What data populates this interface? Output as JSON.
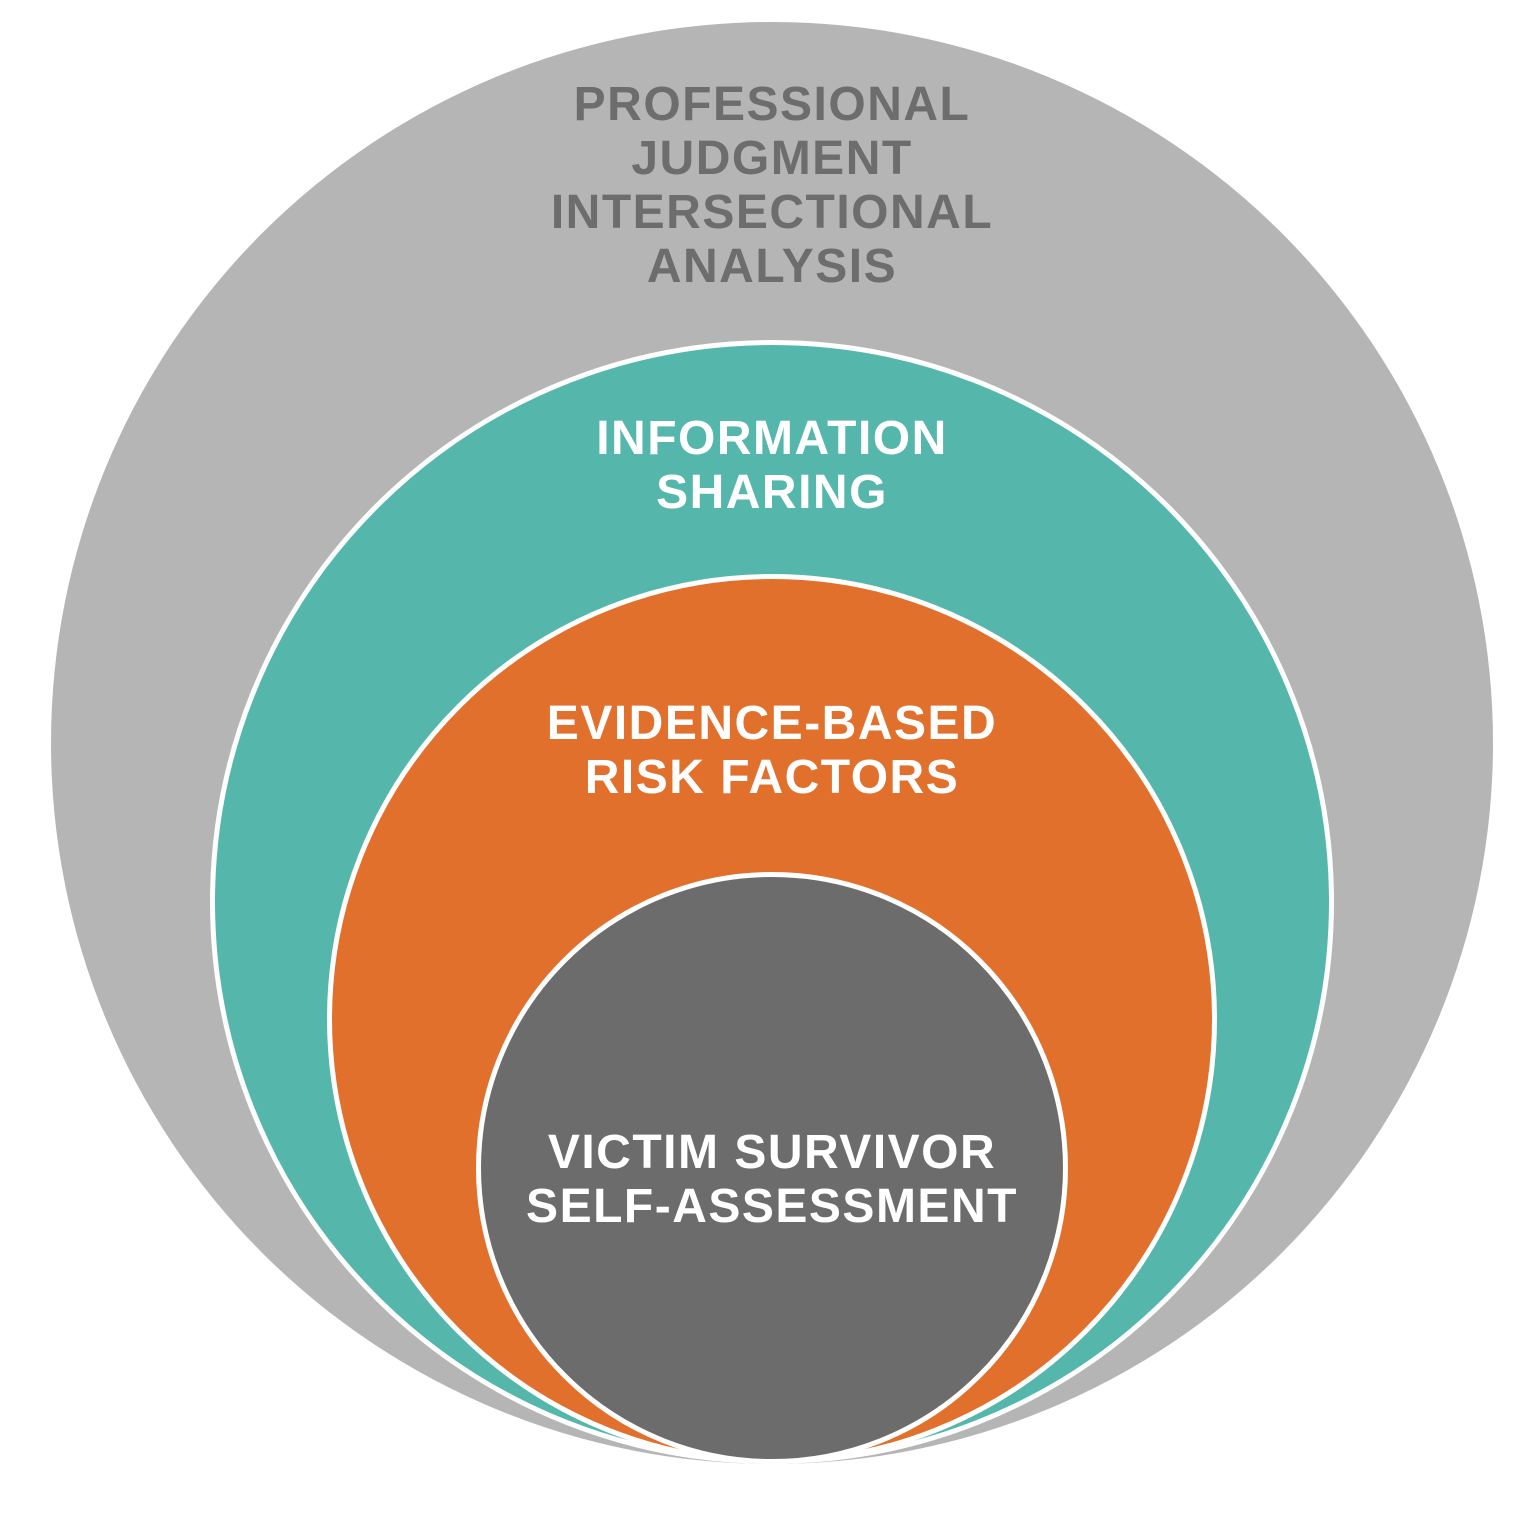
{
  "diagram": {
    "type": "nested-circles",
    "description": "Four concentric circles tangent at the bottom, from outermost to innermost",
    "border_color": "#ffffff",
    "background_color": "#ffffff",
    "layers": [
      {
        "id": "professional-judgment",
        "label": "PROFESSIONAL\nJUDGMENT\nINTERSECTIONAL\nANALYSIS",
        "fill": "#b5b5b5",
        "text_color": "#6d6d6d",
        "order": 1
      },
      {
        "id": "information-sharing",
        "label": "INFORMATION\nSHARING",
        "fill": "#55b7ac",
        "text_color": "#ffffff",
        "order": 2
      },
      {
        "id": "evidence-based-risk-factors",
        "label": "EVIDENCE-BASED\nRISK FACTORS",
        "fill": "#e2702d",
        "text_color": "#ffffff",
        "order": 3
      },
      {
        "id": "victim-survivor-self-assessment",
        "label": "VICTIM SURVIVOR\nSELF-ASSESSMENT",
        "fill": "#6c6c6c",
        "text_color": "#ffffff",
        "order": 4
      }
    ]
  }
}
